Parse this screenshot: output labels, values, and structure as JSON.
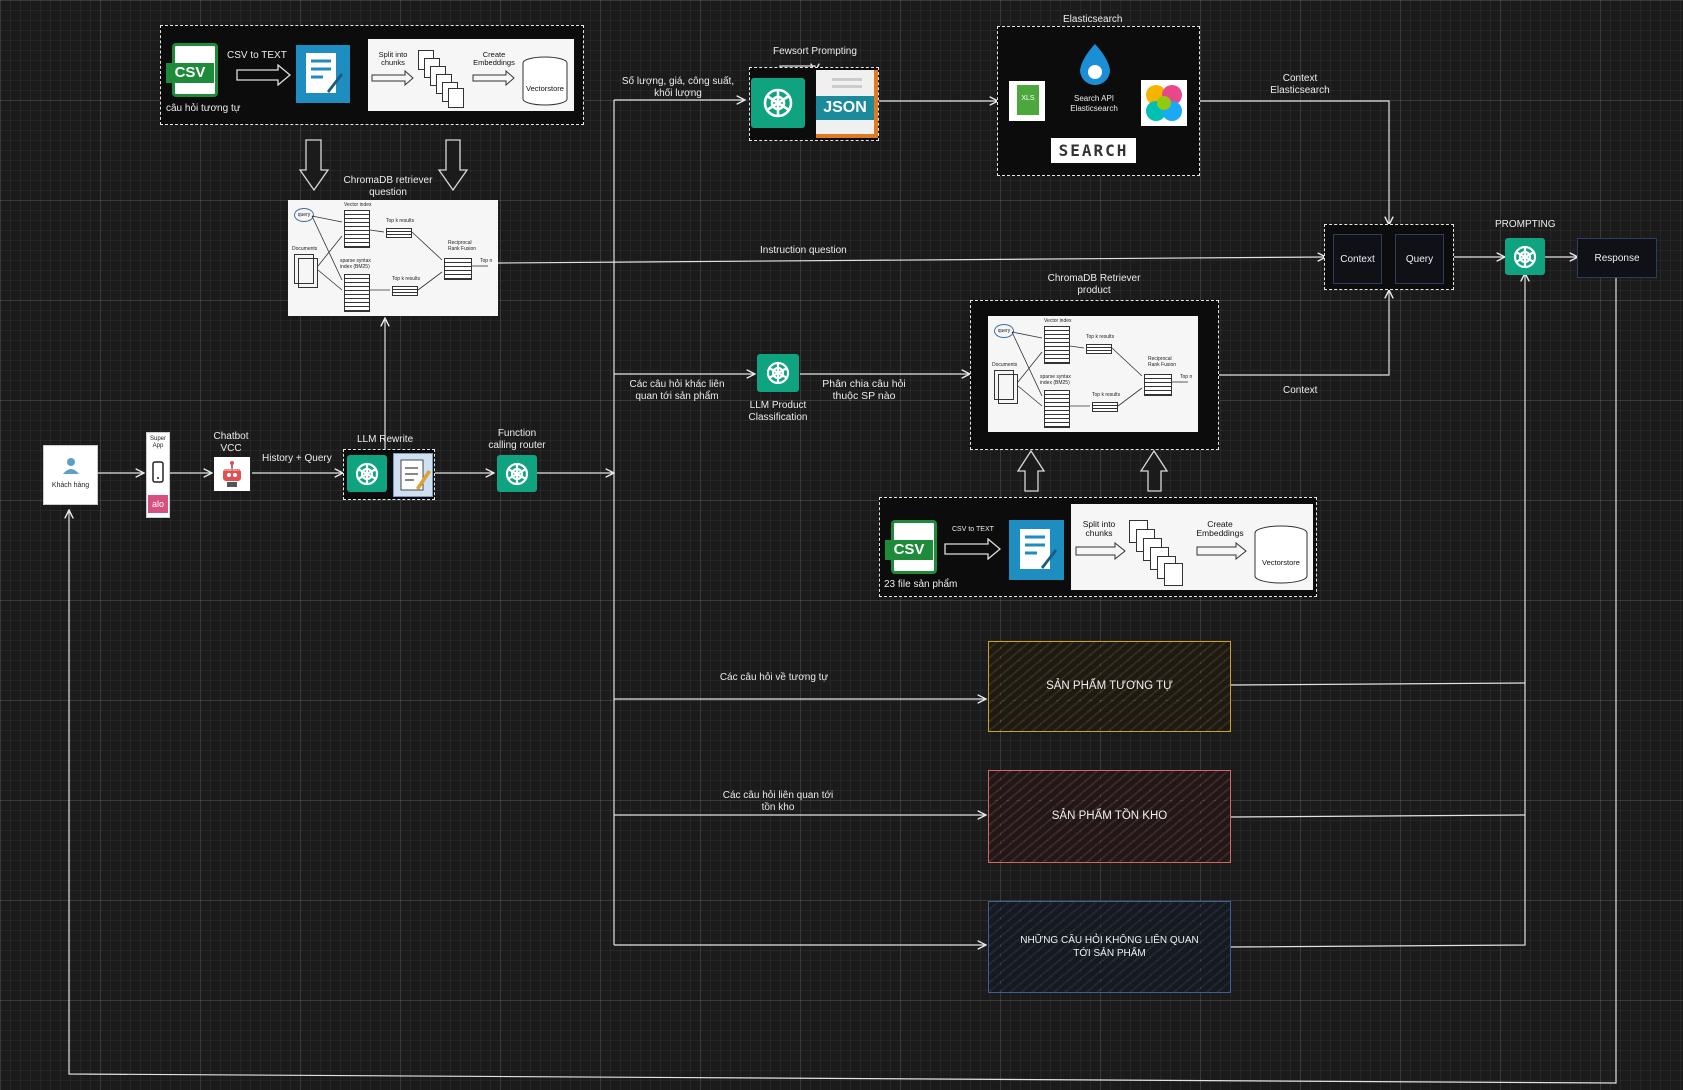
{
  "sources": {
    "customer": "Khách hàng",
    "super_app": "Super App",
    "zalo": "alo",
    "chatbot": "Chatbot VCC",
    "bot_badge": "CHATBOT"
  },
  "top_ingest": {
    "csv_text": "CSV",
    "caption": "câu hỏi tương tự",
    "csv_to_text": "CSV to TEXT",
    "split": "Split into chunks",
    "embed": "Create Embeddings",
    "store": "Vectorstore"
  },
  "retriever_question": {
    "title": "ChromaDB retriever question"
  },
  "retriever_diagram": {
    "query": "query",
    "documents": "Documents",
    "vector_index": "Vector index",
    "sparse_index": "sparse syntax index (BM25)",
    "top_k_1": "Top k results",
    "top_k_2": "Top k results",
    "reciprocal": "Reciprocal Rank Fusion",
    "top_n": "Top n"
  },
  "flow": {
    "history_query": "History + Query",
    "llm_rewrite": "LLM Rewrite",
    "function_router": "Function calling router",
    "quantity_question": "Số lượng, giá, công suất, khối lượng",
    "fewshot": "Fewsort Prompting",
    "json": "JSON",
    "elastic_title": "Elasticsearch",
    "xls": "XLS",
    "search_api": "Search API Elasticsearch",
    "search_logo": "SEARCH",
    "context_elastic": "Context Elasticsearch",
    "instruction_question": "Instruction question",
    "other_questions": "Các câu hỏi khác liên quan tới sản phẩm",
    "llm_classification": "LLM Product Classification",
    "split_question": "Phân chia câu hỏi thuộc SP nào",
    "retriever_product": "ChromaDB Retriever product",
    "context": "Context",
    "ctx_box": "Context",
    "query_box": "Query",
    "prompting": "PROMPTING",
    "response": "Response"
  },
  "bottom_ingest": {
    "csv_text": "CSV",
    "caption": "23 file sản phẩm",
    "csv_to_text": "CSV to TEXT",
    "split": "Split into chunks",
    "embed": "Create Embeddings",
    "store": "Vectorstore"
  },
  "categories": {
    "similar_q": "Các câu hỏi về tương tự",
    "similar_box": "SẢN PHẨM TƯƠNG TỰ",
    "stock_q": "Các câu hỏi liên quan tới tồn kho",
    "stock_box": "SẢN PHẨM TỒN KHO",
    "unrelated_box": "NHỮNG CÂU HỎI KHÔNG LIÊN QUAN TỚI SẢN PHẨM"
  },
  "colors": {
    "gpt": "#10a37f",
    "similar_stroke": "#c9a227",
    "stock_stroke": "#d06a6a",
    "unrelated_stroke": "#3e5f8f",
    "csv_green": "#1e8b3a",
    "doc_blue": "#1e8dbf"
  }
}
